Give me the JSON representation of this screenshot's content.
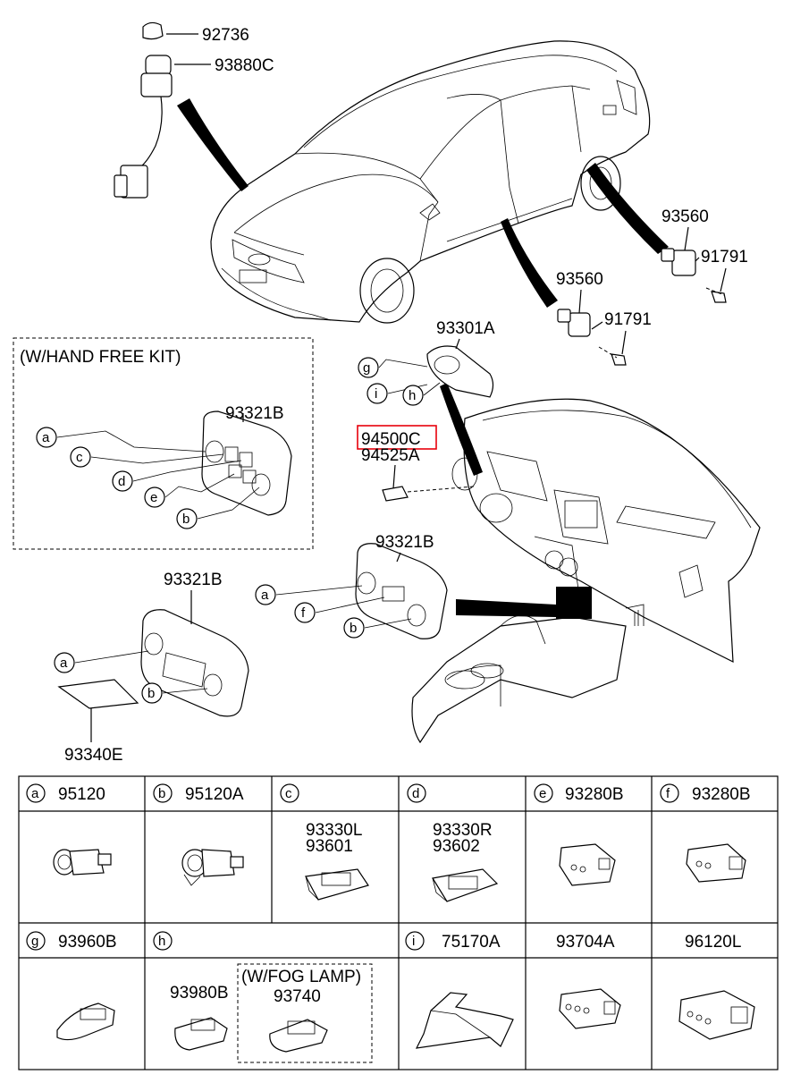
{
  "top_labels": {
    "p92736": "92736",
    "p93880c": "93880C",
    "p93560_a": "93560",
    "p91791_a": "91791",
    "p93560_b": "93560",
    "p91791_b": "91791",
    "p93301a": "93301A",
    "p94500c": "94500C",
    "p94525a": "94525A",
    "p93321b_hf": "93321B",
    "p93321b_mid": "93321B",
    "p93321b_left": "93321B",
    "p93340e": "93340E"
  },
  "hand_free_box": {
    "title": "(W/HAND FREE KIT)"
  },
  "callouts": {
    "g": "g",
    "i": "i",
    "h": "h",
    "a1": "a",
    "c1": "c",
    "d1": "d",
    "e1": "e",
    "b1": "b",
    "a2": "a",
    "f2": "f",
    "b2": "b",
    "a3": "a",
    "b3": "b"
  },
  "highlight_color": "#e8000b",
  "table": {
    "row1": [
      {
        "letter": "a",
        "part": "95120",
        "sub": []
      },
      {
        "letter": "b",
        "part": "95120A",
        "sub": []
      },
      {
        "letter": "c",
        "part": "",
        "sub": [
          "93330L",
          "93601"
        ]
      },
      {
        "letter": "d",
        "part": "",
        "sub": [
          "93330R",
          "93602"
        ]
      },
      {
        "letter": "e",
        "part": "93280B",
        "sub": []
      },
      {
        "letter": "f",
        "part": "93280B",
        "sub": []
      }
    ],
    "row2": [
      {
        "letter": "g",
        "part": "93960B",
        "sub": []
      },
      {
        "letter": "h",
        "part": "",
        "sub": [
          "93980B"
        ]
      },
      {
        "letter": "",
        "part": "",
        "sub": []
      },
      {
        "letter": "i",
        "part": "75170A",
        "sub": []
      },
      {
        "letter": "",
        "part": "93704A",
        "sub": []
      },
      {
        "letter": "",
        "part": "96120L",
        "sub": []
      }
    ],
    "fog_lamp_box": {
      "title": "(W/FOG LAMP)",
      "part": "93740"
    }
  }
}
